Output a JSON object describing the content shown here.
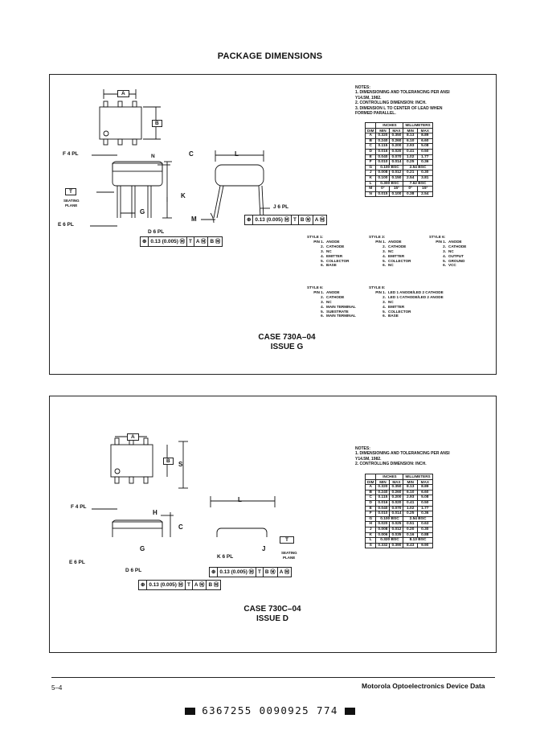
{
  "page_title": "PACKAGE DIMENSIONS",
  "case_a": {
    "notes_title": "NOTES:",
    "notes": [
      "1. DIMENSIONING AND TOLERANCING PER ANSI",
      "    Y14.5M, 1982.",
      "2. CONTROLLING DIMENSION: INCH.",
      "3. DIMENSION L TO CENTER OF LEAD WHEN",
      "    FORMED PARALLEL."
    ],
    "table_header_inches": "INCHES",
    "table_header_mm": "MILLIMETERS",
    "col_heads": [
      "DIM",
      "MIN",
      "MAX",
      "MIN",
      "MAX"
    ],
    "rows": [
      [
        "A",
        "0.320",
        "0.350",
        "8.13",
        "8.89"
      ],
      [
        "B",
        "0.240",
        "0.260",
        "6.10",
        "6.60"
      ],
      [
        "C",
        "0.115",
        "0.200",
        "2.93",
        "5.08"
      ],
      [
        "D",
        "0.016",
        "0.020",
        "0.41",
        "0.50"
      ],
      [
        "E",
        "0.040",
        "0.070",
        "1.02",
        "1.77"
      ],
      [
        "F",
        "0.010",
        "0.014",
        "0.25",
        "0.36"
      ],
      [
        "G",
        "0.100 BSC",
        "",
        "2.54 BSC",
        ""
      ],
      [
        "J",
        "0.008",
        "0.012",
        "0.21",
        "0.30"
      ],
      [
        "K",
        "0.100",
        "0.150",
        "2.54",
        "3.81"
      ],
      [
        "L",
        "0.300 BSC",
        "",
        "7.62 BSC",
        ""
      ],
      [
        "M",
        "0°",
        "15°",
        "0°",
        "15°"
      ],
      [
        "N",
        "0.015",
        "0.100",
        "0.38",
        "2.54"
      ]
    ],
    "labels": {
      "A": "A",
      "B": "B",
      "C": "C",
      "L": "L",
      "N": "N",
      "K": "K",
      "G": "G",
      "M": "M",
      "F4": "F 4 PL",
      "E6": "E 6 PL",
      "D6": "D 6 PL",
      "J6": "J 6 PL",
      "T": "T",
      "seating": "SEATING",
      "plane": "PLANE"
    },
    "fcf_top": [
      "⊕",
      "0.13 (0.005) Ⓜ",
      "T",
      "B Ⓜ",
      "A Ⓜ"
    ],
    "fcf_bottom": [
      "⊕",
      "0.13 (0.005) Ⓜ",
      "T",
      "A Ⓜ",
      "B Ⓜ"
    ],
    "styles": [
      {
        "name": "STYLE 1:",
        "pins": [
          [
            "PIN 1.",
            "ANODE"
          ],
          [
            "2.",
            "CATHODE"
          ],
          [
            "3.",
            "NC"
          ],
          [
            "4.",
            "EMITTER"
          ],
          [
            "5.",
            "COLLECTOR"
          ],
          [
            "6.",
            "BASE"
          ]
        ]
      },
      {
        "name": "STYLE 3:",
        "pins": [
          [
            "PIN 1.",
            "ANODE"
          ],
          [
            "2.",
            "CATHODE"
          ],
          [
            "3.",
            "NC"
          ],
          [
            "4.",
            "EMITTER"
          ],
          [
            "5.",
            "COLLECTOR"
          ],
          [
            "6.",
            "NC"
          ]
        ]
      },
      {
        "name": "STYLE 6:",
        "pins": [
          [
            "PIN 1.",
            "ANODE"
          ],
          [
            "2.",
            "CATHODE"
          ],
          [
            "3.",
            "NC"
          ],
          [
            "4.",
            "OUTPUT"
          ],
          [
            "5.",
            "GROUND"
          ],
          [
            "6.",
            "VCC"
          ]
        ]
      },
      {
        "name": "STYLE 6:",
        "pins": [
          [
            "PIN 1.",
            "ANODE"
          ],
          [
            "2.",
            "CATHODE"
          ],
          [
            "3.",
            "NC"
          ],
          [
            "4.",
            "MAIN TERMINAL"
          ],
          [
            "5.",
            "SUBSTRATE"
          ],
          [
            "6.",
            "MAIN TERMINAL"
          ]
        ]
      },
      {
        "name": "STYLE 8:",
        "pins": [
          [
            "PIN 1.",
            "LED 1 ANODE/LED 2 CATHODE"
          ],
          [
            "2.",
            "LED 1 CATHODE/LED 2 ANODE"
          ],
          [
            "3.",
            "NC"
          ],
          [
            "4.",
            "EMITTER"
          ],
          [
            "5.",
            "COLLECTOR"
          ],
          [
            "6.",
            "BASE"
          ]
        ]
      }
    ],
    "case_line1": "CASE 730A–04",
    "case_line2": "ISSUE G"
  },
  "case_c": {
    "notes_title": "NOTES:",
    "notes": [
      "1. DIMENSIONING AND TOLERANCING PER ANSI",
      "    Y14.5M, 1982.",
      "2. CONTROLLING DIMENSION: INCH."
    ],
    "table_header_inches": "INCHES",
    "table_header_mm": "MILLIMETERS",
    "col_heads": [
      "DIM",
      "MIN",
      "MAX",
      "MIN",
      "MAX"
    ],
    "rows": [
      [
        "A",
        "0.320",
        "0.350",
        "8.13",
        "8.89"
      ],
      [
        "B",
        "0.240",
        "0.260",
        "6.10",
        "6.60"
      ],
      [
        "C",
        "0.115",
        "0.200",
        "2.93",
        "5.08"
      ],
      [
        "D",
        "0.016",
        "0.020",
        "0.41",
        "0.50"
      ],
      [
        "E",
        "0.040",
        "0.070",
        "1.02",
        "1.77"
      ],
      [
        "F",
        "0.010",
        "0.014",
        "0.25",
        "0.36"
      ],
      [
        "G",
        "0.100 BSC",
        "",
        "2.54 BSC",
        ""
      ],
      [
        "H",
        "0.020",
        "0.025",
        "0.51",
        "0.63"
      ],
      [
        "J",
        "0.008",
        "0.012",
        "0.20",
        "0.30"
      ],
      [
        "K",
        "0.006",
        "0.035",
        "0.16",
        "0.88"
      ],
      [
        "L",
        "0.320 BSC",
        "",
        "8.13 BSC",
        ""
      ],
      [
        "S",
        "0.332",
        "0.390",
        "8.43",
        "9.90"
      ]
    ],
    "labels": {
      "A": "A",
      "B": "B",
      "S": "S",
      "C": "C",
      "L": "L",
      "H": "H",
      "G": "G",
      "J": "J",
      "F4": "F 4 PL",
      "E6": "E 6 PL",
      "D6": "D 6 PL",
      "K6": "K 6 PL",
      "T": "T",
      "seating": "SEATING",
      "plane": "PLANE"
    },
    "fcf_top": [
      "⊕",
      "0.13 (0.005) Ⓜ",
      "T",
      "B Ⓜ",
      "A Ⓜ"
    ],
    "fcf_bottom": [
      "⊕",
      "0.13 (0.005) Ⓜ",
      "T",
      "A Ⓜ",
      "B Ⓜ"
    ],
    "case_line1": "CASE 730C–04",
    "case_line2": "ISSUE D"
  },
  "footer": {
    "page_number": "5–4",
    "publication": "Motorola Optoelectronics Device Data",
    "barcode_text": "6367255 0090925 774"
  }
}
